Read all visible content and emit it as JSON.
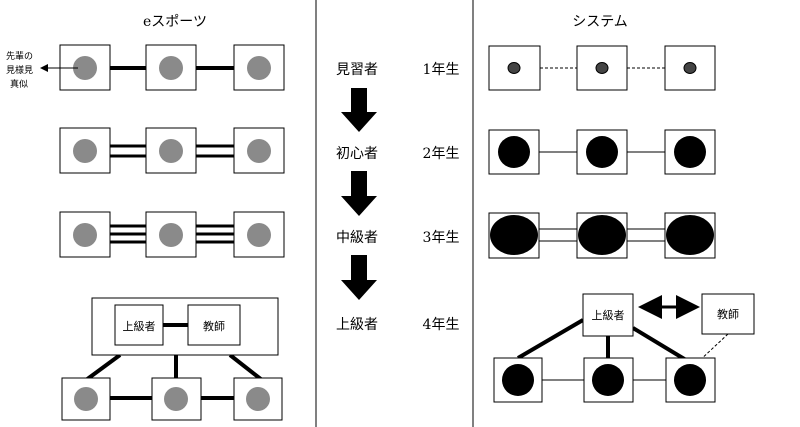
{
  "headers": {
    "left": "eスポーツ",
    "right": "システム"
  },
  "annotation": [
    "先輩の",
    "見様見",
    "真似"
  ],
  "stages": [
    {
      "role": "見習者",
      "grade": "1年生"
    },
    {
      "role": "初心者",
      "grade": "2年生"
    },
    {
      "role": "中級者",
      "grade": "3年生"
    },
    {
      "role": "上級者",
      "grade": "4年生"
    }
  ],
  "esports_box": {
    "senior": "上級者",
    "teacher": "教師"
  },
  "system_box": {
    "senior": "上級者",
    "teacher": "教師"
  },
  "colors": {
    "gray_dot": "#8a8a8a",
    "black": "#000000"
  }
}
